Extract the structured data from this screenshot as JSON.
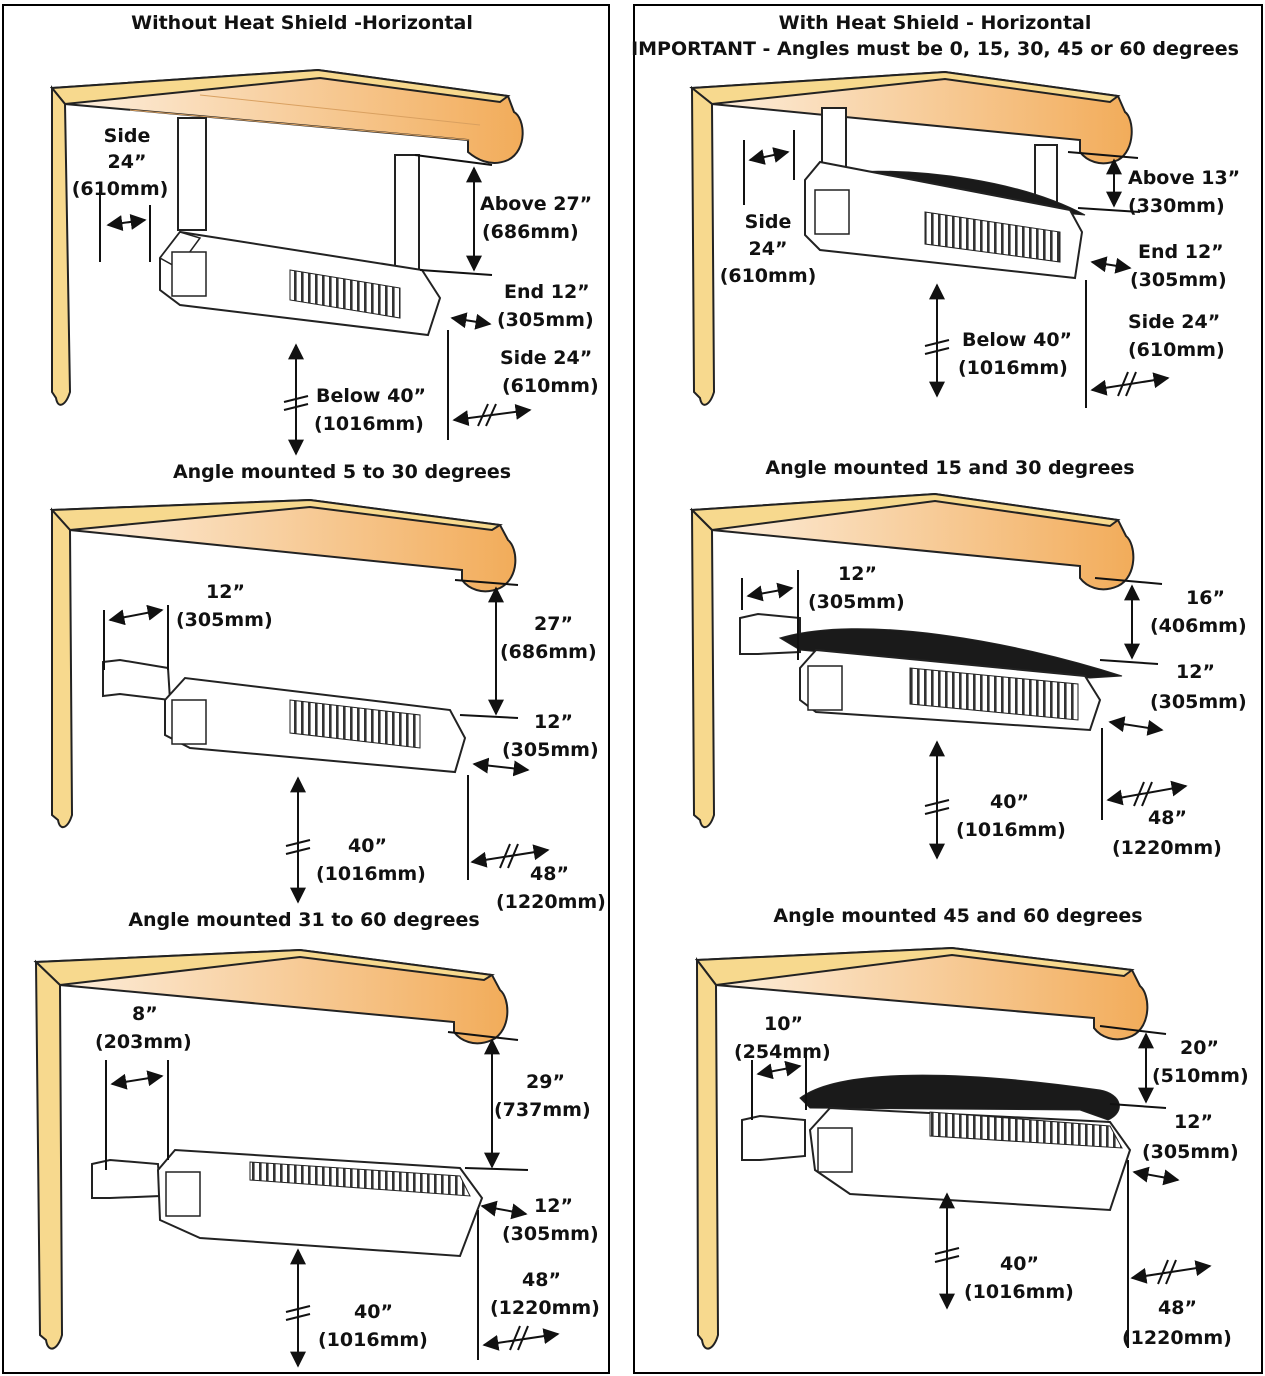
{
  "colors": {
    "wall_fill": "#f7d98e",
    "wall_stroke": "#222222",
    "ceiling_warm": "#f2ac5a",
    "ceiling_pale": "#fdf1e2",
    "heater_line": "#222222",
    "shield_fill": "#1a1a1a"
  },
  "left": {
    "title1": "Without Heat Shield -Horizontal",
    "title2": "Angle mounted 5 to 30 degrees",
    "title3": "Angle mounted 31 to 60 degrees",
    "d1": {
      "side_l1": "Side",
      "side_l2": "24”",
      "side_l3": "(610mm)",
      "above_l1": "Above 27”",
      "above_l2": "(686mm)",
      "end_l1": "End 12”",
      "end_l2": "(305mm)",
      "side2_l1": "Side 24”",
      "side2_l2": "(610mm)",
      "below_l1": "Below 40”",
      "below_l2": "(1016mm)"
    },
    "d2": {
      "wall_l1": "12”",
      "wall_l2": "(305mm)",
      "above_l1": "27”",
      "above_l2": "(686mm)",
      "end_l1": "12”",
      "end_l2": "(305mm)",
      "below_l1": "40”",
      "below_l2": "(1016mm)",
      "side_l1": "48”",
      "side_l2": "(1220mm)"
    },
    "d3": {
      "wall_l1": "8”",
      "wall_l2": "(203mm)",
      "above_l1": "29”",
      "above_l2": "(737mm)",
      "end_l1": "12”",
      "end_l2": "(305mm)",
      "side_l1": "48”",
      "side_l2": "(1220mm)",
      "below_l1": "40”",
      "below_l2": "(1016mm)"
    }
  },
  "right": {
    "title1a": "With Heat Shield - Horizontal",
    "title1b": "IMPORTANT - Angles must be 0, 15, 30, 45 or 60 degrees",
    "title2": "Angle mounted 15 and 30 degrees",
    "title3": "Angle mounted 45 and 60 degrees",
    "d1": {
      "side_l1": "Side",
      "side_l2": "24”",
      "side_l3": "(610mm)",
      "above_l1": "Above 13”",
      "above_l2": "(330mm)",
      "end_l1": "End 12”",
      "end_l2": "(305mm)",
      "side2_l1": "Side 24”",
      "side2_l2": "(610mm)",
      "below_l1": "Below 40”",
      "below_l2": "(1016mm)"
    },
    "d2": {
      "wall_l1": "12”",
      "wall_l2": "(305mm)",
      "above_l1": "16”",
      "above_l2": "(406mm)",
      "end_l1": "12”",
      "end_l2": "(305mm)",
      "below_l1": "40”",
      "below_l2": "(1016mm)",
      "side_l1": "48”",
      "side_l2": "(1220mm)"
    },
    "d3": {
      "wall_l1": "10”",
      "wall_l2": "(254mm)",
      "above_l1": "20”",
      "above_l2": "(510mm)",
      "end_l1": "12”",
      "end_l2": "(305mm)",
      "below_l1": "40”",
      "below_l2": "(1016mm)",
      "side_l1": "48”",
      "side_l2": "(1220mm)"
    }
  }
}
